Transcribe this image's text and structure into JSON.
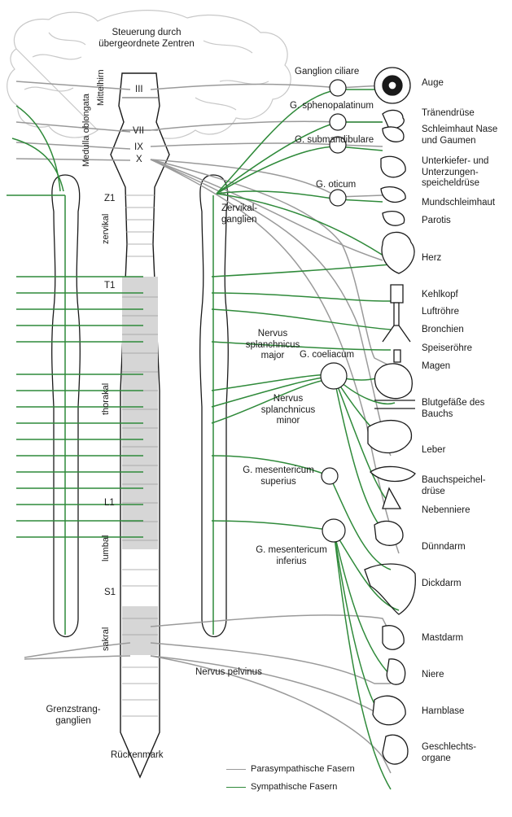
{
  "header": {
    "title": "Steuerung durch\nübergeordnete Zentren"
  },
  "brain_regions": {
    "midbrain": "Mittelhirn",
    "medulla": "Medulla\noblongata"
  },
  "cranial_nerves": [
    "III",
    "VII",
    "IX",
    "X"
  ],
  "spinal_segments": {
    "cervical_start": "Z1",
    "cervical": "zervikal",
    "thoracic_start": "T1",
    "thoracic": "thorakal",
    "lumbar_start": "L1",
    "lumbar": "lumbal",
    "sacral_start": "S1",
    "sacral": "sakral"
  },
  "ganglia": {
    "ciliary": "Ganglion ciliare",
    "sphenopalatine": "G. sphenopalatinum",
    "submandibular": "G. submandibulare",
    "otic": "G. oticum",
    "cervical": "Zervikal-\nganglien",
    "splanchnic_major": "Nervus\nsplanchnicus\nmajor",
    "coeliac": "G. coeliacum",
    "splanchnic_minor": "Nervus\nsplanchnicus\nminor",
    "mesenteric_superior": "G. mesentericum\nsuperius",
    "mesenteric_inferior": "G. mesentericum\ninferius",
    "pelvic_nerve": "Nervus pelvinus",
    "sympathetic_chain": "Grenzstrang-\nganglien",
    "spinal_cord": "Rückenmark"
  },
  "organs": [
    "Auge",
    "Tränendrüse",
    "Schleimhaut Nase\nund Gaumen",
    "Unterkiefer- und\nUnterzungen-\nspeicheldrüse",
    "Mundschleimhaut",
    "Parotis",
    "Herz",
    "Kehlkopf",
    "Luftröhre",
    "Bronchien",
    "Speiseröhre",
    "Magen",
    "Blutgefäße des\nBauchs",
    "Leber",
    "Bauchspeichel-\ndrüse",
    "Nebenniere",
    "Dünndarm",
    "Dickdarm",
    "Mastdarm",
    "Niere",
    "Harnblase",
    "Geschlechts-\norgane"
  ],
  "legend": [
    {
      "label": "Parasympathische Fasern",
      "color": "#9a9a9a"
    },
    {
      "label": "Sympathische Fasern",
      "color": "#2f8a3a"
    }
  ],
  "colors": {
    "sympathetic": "#2f8a3a",
    "parasympathetic": "#9a9a9a",
    "cord_shade": "#d6d6d6",
    "brain_outline": "#c8c8c8"
  }
}
